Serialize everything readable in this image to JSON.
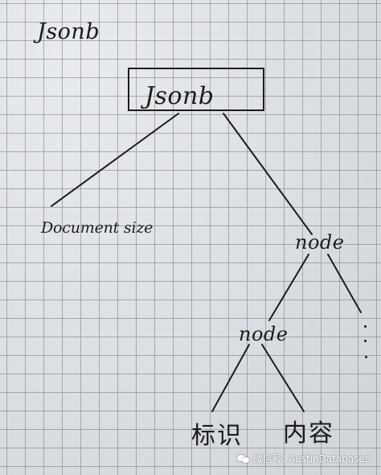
{
  "diagram": {
    "title": "Jsonb",
    "root": {
      "label": "Jsonb"
    },
    "children": [
      {
        "label": "Document size"
      },
      {
        "label": "node",
        "children": [
          {
            "label": "node",
            "children": [
              {
                "label": "标识"
              },
              {
                "label": "内容"
              }
            ]
          },
          {
            "label": "⋮"
          }
        ]
      }
    ]
  },
  "watermark": {
    "text": "微信号: AustinDatabases",
    "icon": "wechat-icon"
  }
}
